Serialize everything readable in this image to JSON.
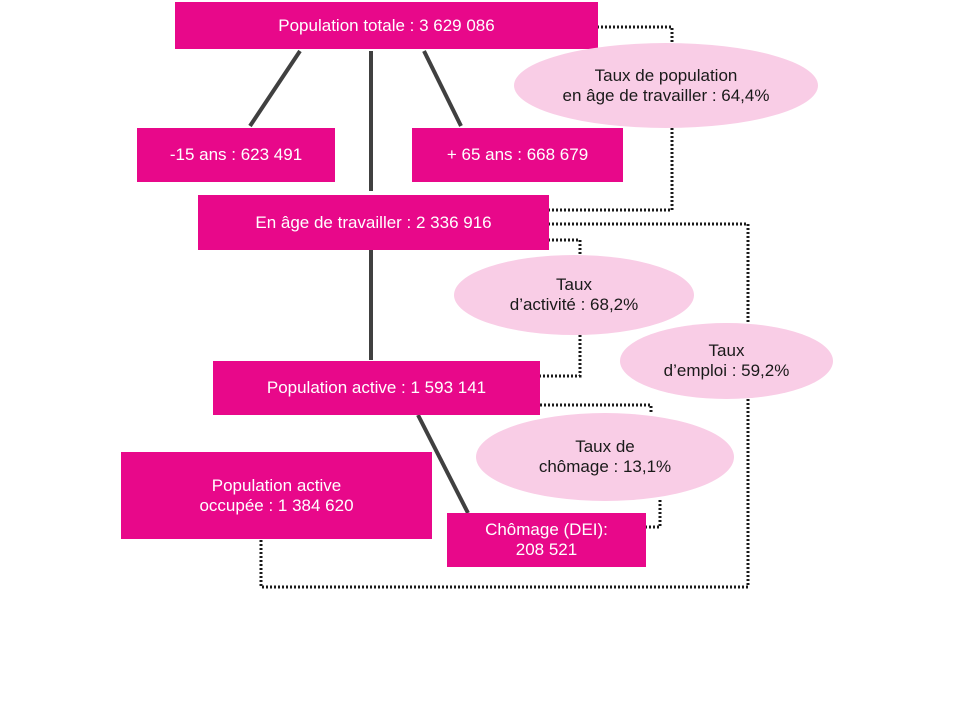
{
  "boxes": {
    "total": "Population totale : 3 629 086",
    "under15": "-15 ans : 623 491",
    "over65": "+ 65 ans : 668 679",
    "working_age": "En âge de travailler : 2 336 916",
    "active": "Population active : 1 593 141",
    "employed_line1": "Population active",
    "employed_line2": "occupée : 1 384 620",
    "unemployed_line1": "Chômage (DEI):",
    "unemployed_line2": "208 521"
  },
  "rates": {
    "working_age_rate_line1": "Taux de population",
    "working_age_rate_line2": "en âge de travailler : 64,4%",
    "activity_rate_line1": "Taux",
    "activity_rate_line2": "d’activité : 68,2%",
    "employment_rate_line1": "Taux",
    "employment_rate_line2": "d’emploi : 59,2%",
    "unemployment_rate_line1": "Taux de",
    "unemployment_rate_line2": "chômage : 13,1%"
  },
  "colors": {
    "box": "#e8088a",
    "oval": "#f9cde6"
  }
}
